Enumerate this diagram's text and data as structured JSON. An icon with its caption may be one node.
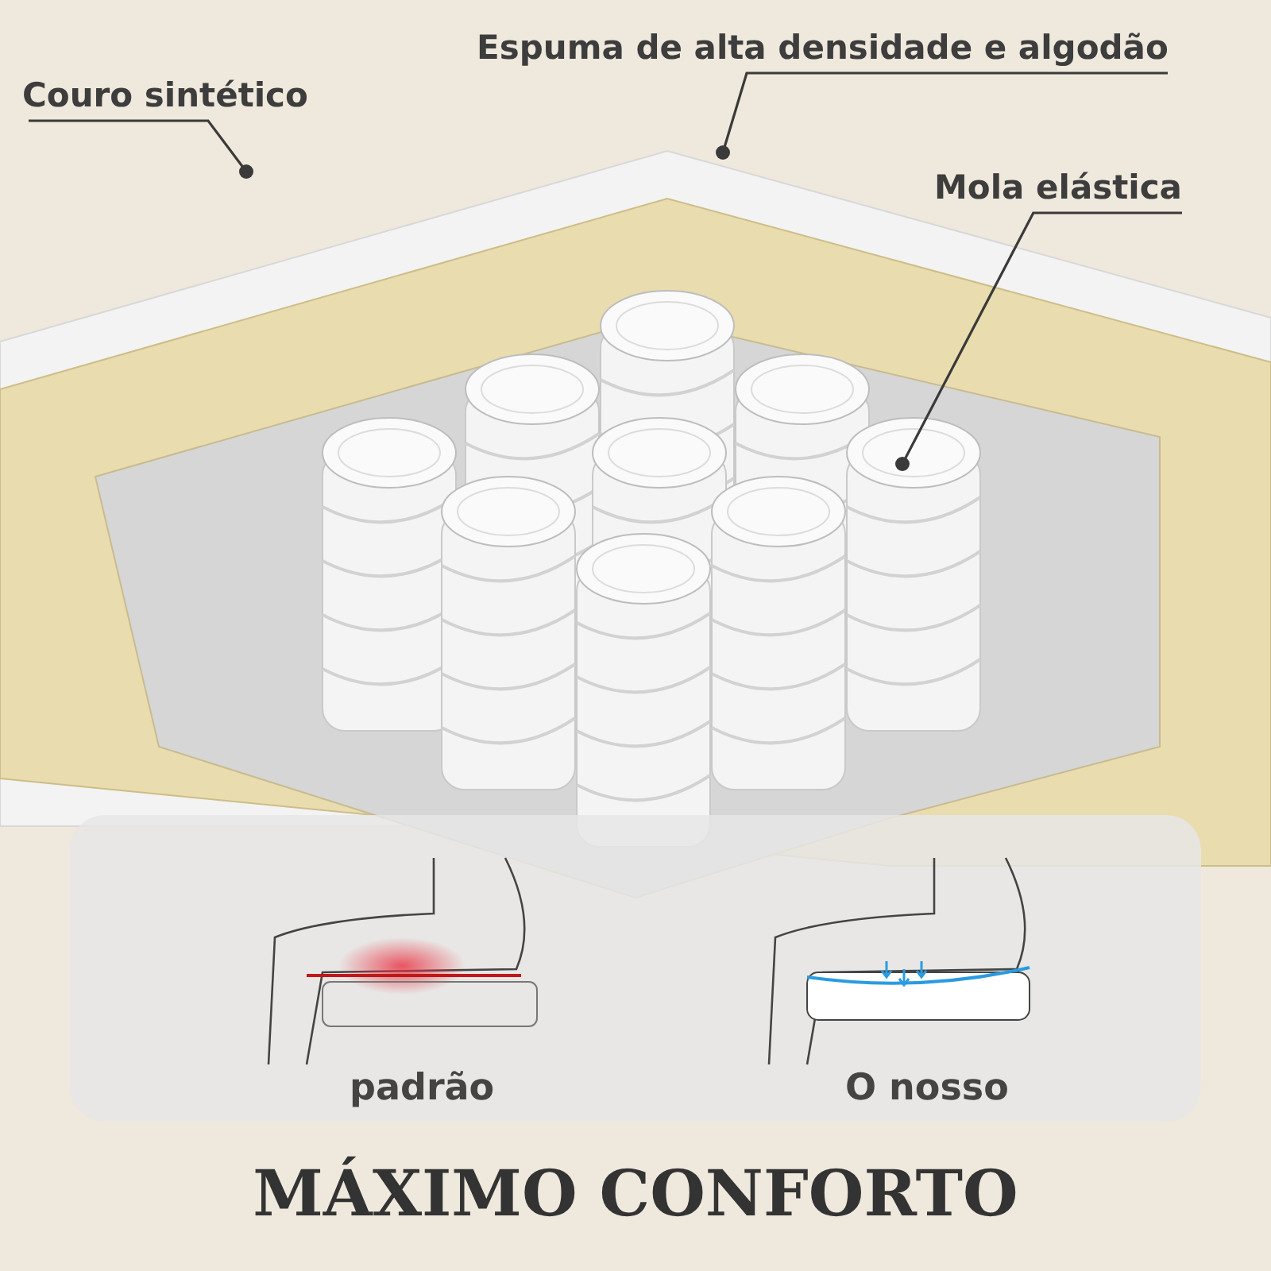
{
  "diagram": {
    "title": "MÁXIMO CONFORTO",
    "nodes": [
      {
        "text": [
          "Couro sintético"
        ]
      },
      {
        "text": [
          "Espuma de alta densidade e algodão"
        ]
      },
      {
        "text": [
          "Mola elástica"
        ]
      }
    ],
    "edges": [
      {
        "from": 0,
        "to": null,
        "arrow": "other"
      },
      {
        "from": 1,
        "to": null,
        "arrow": "other"
      },
      {
        "from": 2,
        "to": null,
        "arrow": "other"
      }
    ],
    "labels": [
      "padrão",
      "O nosso"
    ]
  }
}
